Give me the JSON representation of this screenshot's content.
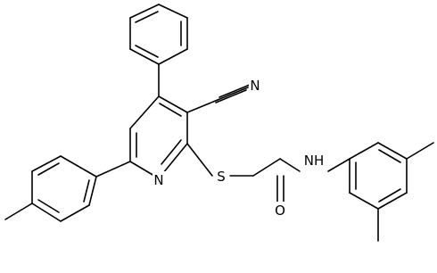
{
  "atom_labels": {
    "pyridine_n": "N",
    "thioether_s": "S",
    "nitrile_n": "N",
    "amide_nh": "NH",
    "carbonyl_o": "O"
  },
  "colors": {
    "bond": "#000000",
    "background": "#ffffff"
  }
}
